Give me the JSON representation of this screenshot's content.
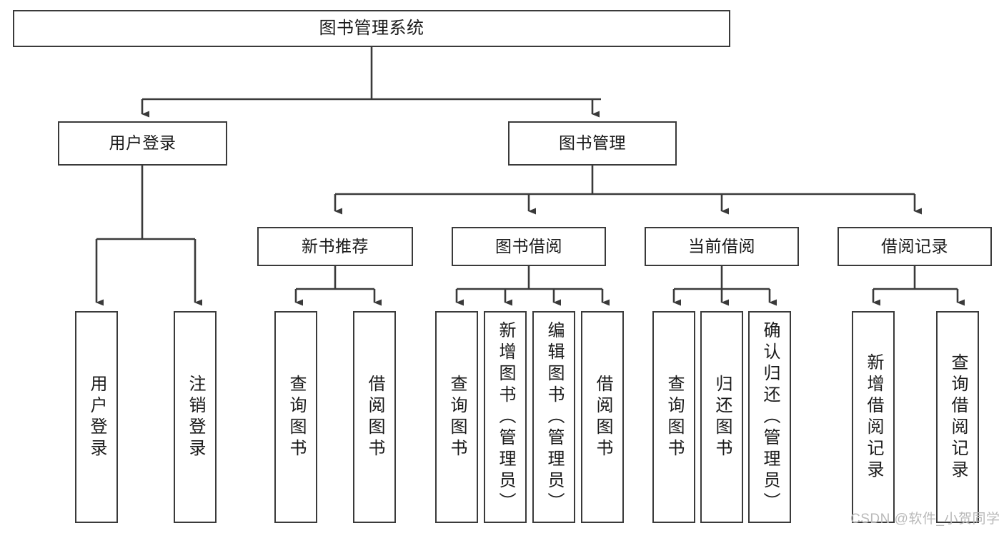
{
  "diagram": {
    "title": "图书管理系统",
    "type": "tree-hierarchy",
    "orientation": "top-down",
    "colors": {
      "node_border": "#3a3a3a",
      "node_fill": "#ffffff",
      "edge": "#3a3a3a",
      "text": "#1a1a1a",
      "watermark": "#b9b9b9",
      "background": "#ffffff"
    },
    "watermark": "CSDN @软件_小贺同学"
  },
  "nodes": {
    "root": {
      "label": "图书管理系统"
    },
    "level2": [
      {
        "id": "user-login",
        "label": "用户登录"
      },
      {
        "id": "book-management",
        "label": "图书管理"
      }
    ],
    "level3": [
      {
        "id": "new-book-recommend",
        "label": "新书推荐"
      },
      {
        "id": "book-borrow",
        "label": "图书借阅"
      },
      {
        "id": "current-borrow",
        "label": "当前借阅"
      },
      {
        "id": "borrow-record",
        "label": "借阅记录"
      }
    ],
    "leaves": {
      "user_login": [
        {
          "id": "leaf-user-login",
          "label": "用户登录"
        },
        {
          "id": "leaf-logout-login",
          "label": "注销登录"
        }
      ],
      "new_book_recommend": [
        {
          "id": "leaf-query-book-1",
          "label": "查询图书"
        },
        {
          "id": "leaf-borrow-book-1",
          "label": "借阅图书"
        }
      ],
      "book_borrow": [
        {
          "id": "leaf-query-book-2",
          "label": "查询图书"
        },
        {
          "id": "leaf-add-book",
          "label": "新增图书（管理员）"
        },
        {
          "id": "leaf-edit-book",
          "label": "编辑图书（管理员）"
        },
        {
          "id": "leaf-borrow-book-2",
          "label": "借阅图书"
        }
      ],
      "current_borrow": [
        {
          "id": "leaf-query-book-3",
          "label": "查询图书"
        },
        {
          "id": "leaf-return-book",
          "label": "归还图书"
        },
        {
          "id": "leaf-confirm-return",
          "label": "确认归还（管理员）"
        }
      ],
      "borrow_record": [
        {
          "id": "leaf-add-record",
          "label": "新增借阅记录"
        },
        {
          "id": "leaf-query-record",
          "label": "查询借阅记录"
        }
      ]
    }
  }
}
